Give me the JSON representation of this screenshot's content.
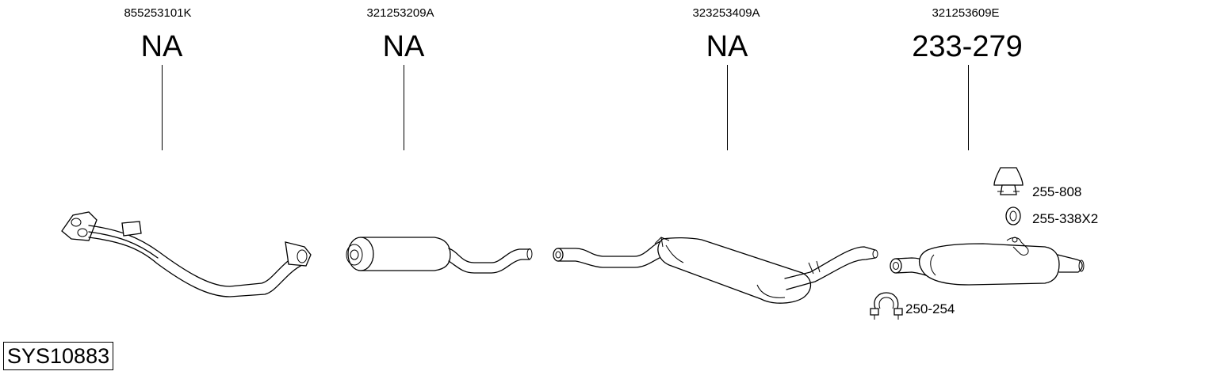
{
  "diagram": {
    "parts": [
      {
        "oem": "855253101K",
        "ref": "NA"
      },
      {
        "oem": "321253209A",
        "ref": "NA"
      },
      {
        "oem": "323253409A",
        "ref": "NA"
      },
      {
        "oem": "321253609E",
        "ref": "233-279"
      }
    ],
    "accessories": {
      "mount": "255-808",
      "ring": "255-338X2",
      "clamp": "250-254"
    },
    "system_code": "SYS10883"
  }
}
